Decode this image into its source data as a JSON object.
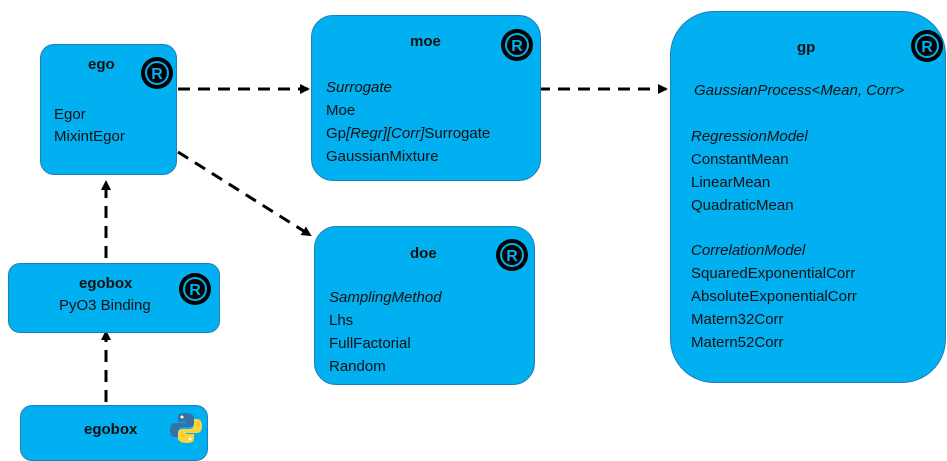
{
  "nodes": {
    "ego": {
      "title": "ego",
      "items": [
        "Egor",
        "MixintEgor"
      ]
    },
    "moe": {
      "title": "moe",
      "section": "Surrogate",
      "items": [
        "Moe"
      ],
      "gp_surrogate": {
        "prefix": "Gp",
        "italic": "[Regr][Corr]",
        "suffix": "Surrogate"
      },
      "items_after": [
        "GaussianMixture"
      ]
    },
    "doe": {
      "title": "doe",
      "section": "SamplingMethod",
      "items": [
        "Lhs",
        "FullFactorial",
        "Random"
      ]
    },
    "gp": {
      "title": "gp",
      "trait": "GaussianProcess<Mean,  Corr>",
      "regression_section": "RegressionModel",
      "regression_items": [
        "ConstantMean",
        "LinearMean",
        "QuadraticMean"
      ],
      "correlation_section": "CorrelationModel",
      "correlation_items": [
        "SquaredExponentialCorr",
        "AbsoluteExponentialCorr",
        "Matern32Corr",
        "Matern52Corr"
      ]
    },
    "egobox_binding": {
      "title": "egobox",
      "subtitle": "PyO3 Binding"
    },
    "egobox_python": {
      "title": "egobox"
    }
  },
  "icons": {
    "rust": "rust-logo-icon",
    "python": "python-logo-icon"
  },
  "colors": {
    "box_fill": "#00b0f0",
    "box_border": "#1f7fb8",
    "arrow": "#000000"
  }
}
